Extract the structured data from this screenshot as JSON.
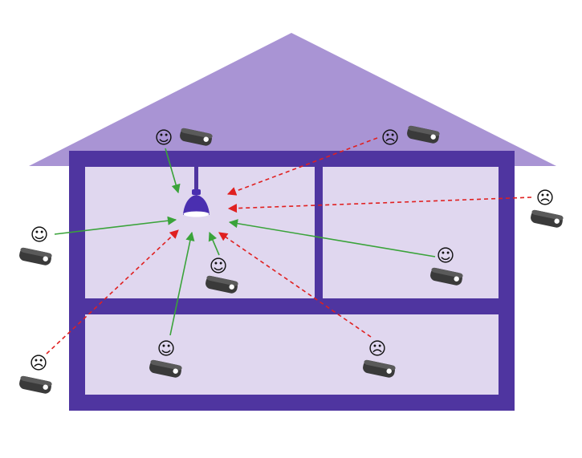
{
  "colors": {
    "roof": "#a994d4",
    "roof_edge": "#9a83cc",
    "wall": "#4f35a0",
    "room": "#e0d7ef",
    "lamp": "#4a2fb0",
    "good": "#3aa33a",
    "bad": "#e02020",
    "remote_body": "#3a3a3a",
    "remote_top": "#5a5a5a"
  },
  "symbols": {
    "happy": "☺",
    "sad": "☹"
  },
  "icons": {
    "lamp": "pendant-lamp-icon",
    "remote": "key-fob-remote-icon",
    "happy": "happy-face-icon",
    "sad": "sad-face-icon"
  },
  "remotes": [
    {
      "id": "roof-left",
      "status": "happy"
    },
    {
      "id": "roof-right",
      "status": "sad"
    },
    {
      "id": "outside-right",
      "status": "sad"
    },
    {
      "id": "outside-left",
      "status": "happy"
    },
    {
      "id": "upper-room-left",
      "status": "happy"
    },
    {
      "id": "upper-room-right",
      "status": "happy"
    },
    {
      "id": "lower-room-left",
      "status": "happy"
    },
    {
      "id": "lower-room-right",
      "status": "sad"
    },
    {
      "id": "outside-bottom-left",
      "status": "sad"
    }
  ]
}
